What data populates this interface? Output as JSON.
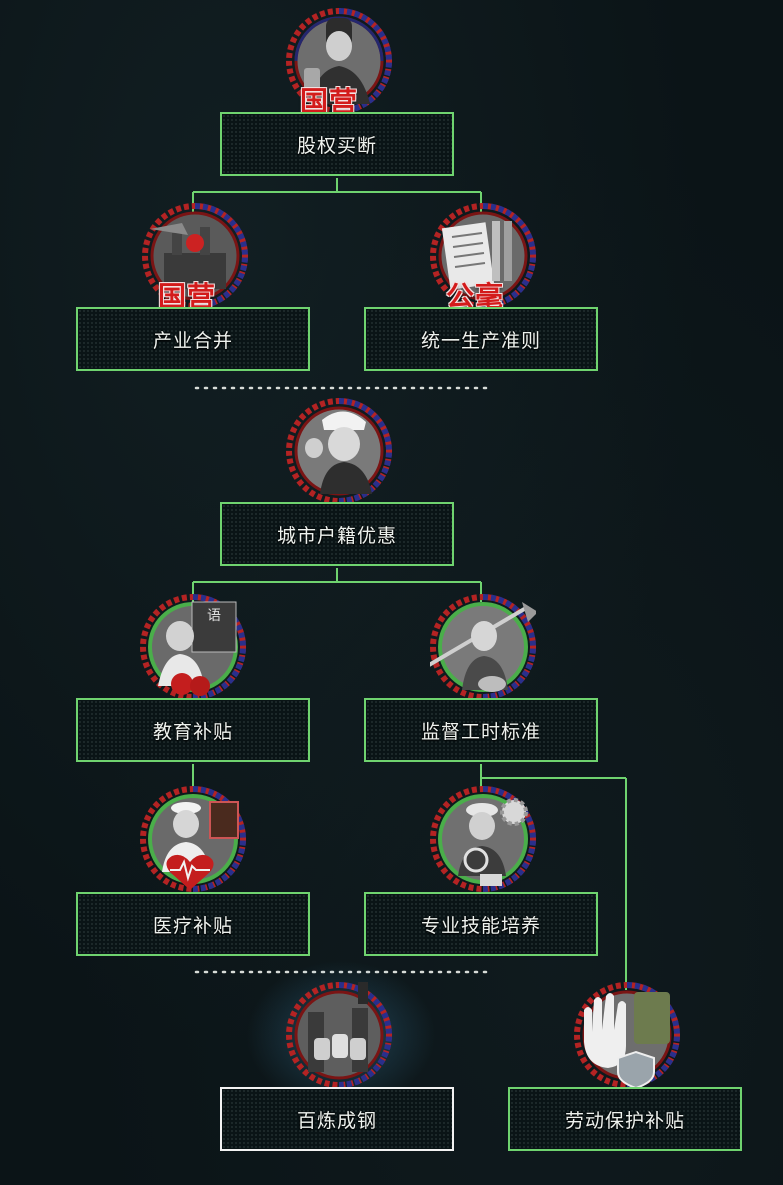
{
  "focus_tree": {
    "nodes": [
      {
        "id": "share_buyout",
        "label": "股权买断",
        "icon": "state-enterprise-official-icon",
        "stamp": "国营"
      },
      {
        "id": "industry_merger",
        "label": "产业合并",
        "icon": "state-factory-icon",
        "stamp": "国营"
      },
      {
        "id": "unified_production_rules",
        "label": "统一生产准则",
        "icon": "production-rules-document-icon",
        "stamp": "公毫"
      },
      {
        "id": "urban_hukou_benefits",
        "label": "城市户籍优惠",
        "icon": "urban-worker-family-icon",
        "stamp": ""
      },
      {
        "id": "education_subsidy",
        "label": "教育补贴",
        "icon": "school-student-icon",
        "stamp": ""
      },
      {
        "id": "work_hour_standard",
        "label": "监督工时标准",
        "icon": "female-worker-shovel-icon",
        "stamp": ""
      },
      {
        "id": "medical_subsidy",
        "label": "医疗补贴",
        "icon": "nurse-heart-icon",
        "stamp": ""
      },
      {
        "id": "professional_skills",
        "label": "专业技能培养",
        "icon": "skilled-worker-gear-icon",
        "stamp": ""
      },
      {
        "id": "tempered_steel",
        "label": "百炼成钢",
        "icon": "steel-mill-fists-icon",
        "stamp": ""
      },
      {
        "id": "labor_protection_subsidy",
        "label": "劳动保护补贴",
        "icon": "work-glove-shield-icon",
        "stamp": ""
      }
    ],
    "selected": "tempered_steel"
  },
  "colors": {
    "background": "#0b1417",
    "connector": "#6fd36f",
    "selected_border": "#f2f2f2",
    "frame_red": "#b42323",
    "frame_blue": "#2a2f8c",
    "progress_green": "#4aae4a",
    "stamp_red": "#d31b1b"
  }
}
